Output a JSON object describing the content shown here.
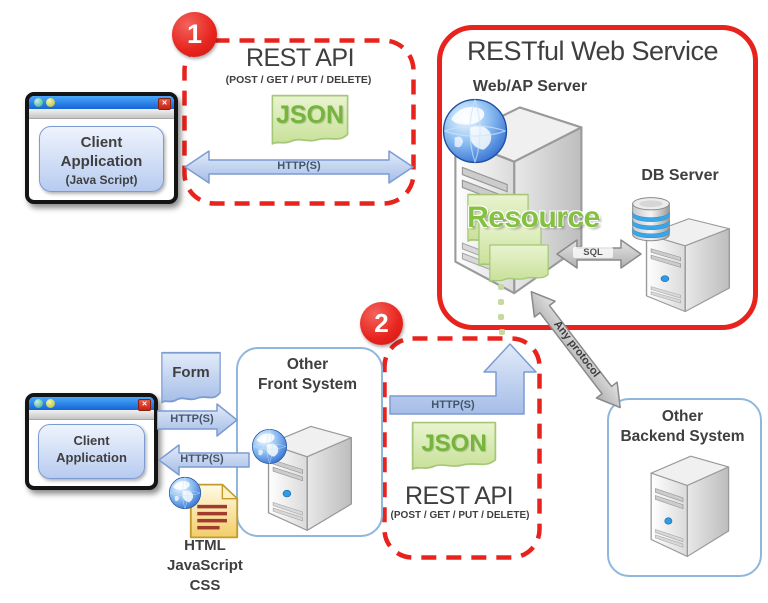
{
  "badges": {
    "one": "1",
    "two": "2"
  },
  "api1": {
    "title": "REST API",
    "methods": "(POST / GET / PUT / DELETE)",
    "json": "JSON",
    "http": "HTTP(S)"
  },
  "api2": {
    "title": "REST API",
    "methods": "(POST / GET / PUT / DELETE)",
    "json": "JSON",
    "http": "HTTP(S)"
  },
  "client1": {
    "line1": "Client",
    "line2": "Application",
    "subtitle": "(Java Script)"
  },
  "client2": {
    "line1": "Client",
    "line2": "Application"
  },
  "service": {
    "title": "RESTful Web Service",
    "web_ap_label": "Web/AP Server",
    "db_label": "DB Server",
    "resource": "Resource",
    "sql": "SQL"
  },
  "front_system": {
    "line1": "Other",
    "line2": "Front System"
  },
  "backend_system": {
    "line1": "Other",
    "line2": "Backend System"
  },
  "form": {
    "label": "Form"
  },
  "flows": {
    "to_front": "HTTP(S)",
    "from_front": "HTTP(S)",
    "any_protocol": "Any protocol"
  },
  "web_stack": {
    "html": "HTML",
    "javascript": "JavaScript",
    "css": "CSS"
  },
  "colors": {
    "accent_red": "#e8231d",
    "resource_green": "#85c140",
    "note_green": "#cde3a0",
    "arrow_blue": "#b9cdf0",
    "http_label_blue": "#44546a"
  }
}
